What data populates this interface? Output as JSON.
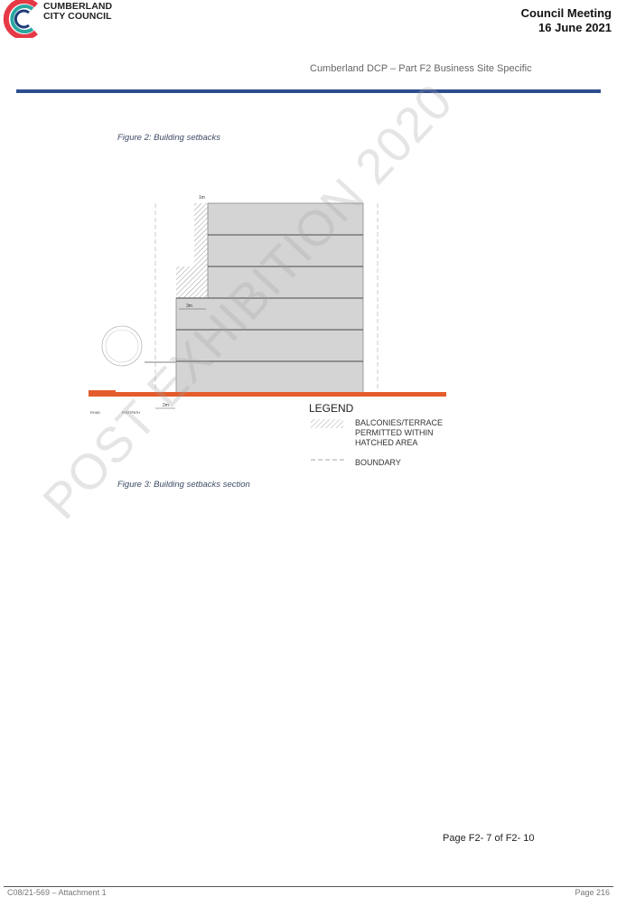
{
  "header": {
    "logo_line1": "CUMBERLAND",
    "logo_line2": "CITY COUNCIL",
    "meeting_title": "Council Meeting",
    "meeting_date": "16 June 2021",
    "document_title": "Cumberland DCP – Part F2 Business Site Specific"
  },
  "figures": {
    "figure2_caption": "Figure 2: Building setbacks",
    "figure3_caption": "Figure 3: Building setbacks section",
    "dimensions": {
      "top_setback": "1m",
      "mid_setback": "3m",
      "ground_setback": "2m"
    },
    "ground_labels": {
      "road": "ROAD",
      "footpath": "FOOTPATH"
    },
    "legend": {
      "title": "LEGEND",
      "hatched_line1": "BALCONIES/TERRACE",
      "hatched_line2": "PERMITTED WITHIN",
      "hatched_line3": "HATCHED AREA",
      "boundary": "BOUNDARY"
    }
  },
  "watermark": "POST EXHIBITION 2020",
  "footer": {
    "page_number": "Page F2- 7 of F2- 10",
    "left_text": "C08/21-569 – Attachment 1",
    "right_text": "Page 216"
  },
  "colors": {
    "brand_blue": "#2e4d8f",
    "ground_orange": "#e45c2c",
    "building_grey": "#d4d4d4"
  }
}
